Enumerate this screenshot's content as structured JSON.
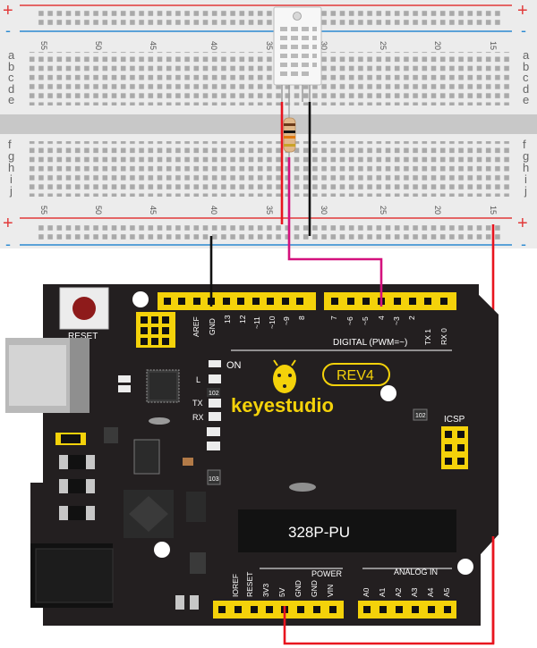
{
  "breadboard": {
    "plus": "+",
    "minus": "-",
    "rows_top": [
      "a",
      "b",
      "c",
      "d",
      "e"
    ],
    "rows_bottom": [
      "f",
      "g",
      "h",
      "i",
      "j"
    ],
    "col_numbers": [
      "55",
      "50",
      "45",
      "40",
      "35",
      "30",
      "25",
      "20",
      "15"
    ]
  },
  "board": {
    "brand": "keyestudio",
    "rev": "REV4",
    "chip": "328P-PU",
    "reset": "RESET",
    "on": "ON",
    "l": "L",
    "tx": "TX",
    "rx": "RX",
    "icsp": "ICSP",
    "code_102a": "102",
    "code_102b": "102",
    "code_103": "103",
    "digital": "DIGITAL  (PWM=~)",
    "power": "POWER",
    "analog": "ANALOG IN",
    "top_pins": [
      "AREF",
      "GND",
      "13",
      "12",
      "~11",
      "~10",
      "~9",
      "8"
    ],
    "dig_pins": [
      "7",
      "~6",
      "~5",
      "4",
      "~3",
      "2",
      "TX 1",
      "RX 0"
    ],
    "pwr_pins": [
      "IOREF",
      "RESET",
      "3V3",
      "5V",
      "GND",
      "GND",
      "VIN"
    ],
    "ana_pins": [
      "A0",
      "A1",
      "A2",
      "A3",
      "A4",
      "A5"
    ]
  },
  "colors": {
    "wire_red": "#e8141e",
    "wire_magenta": "#d4117d",
    "wire_black": "#111111",
    "header_yellow": "#f4d20a",
    "pcb": "#231f20"
  }
}
